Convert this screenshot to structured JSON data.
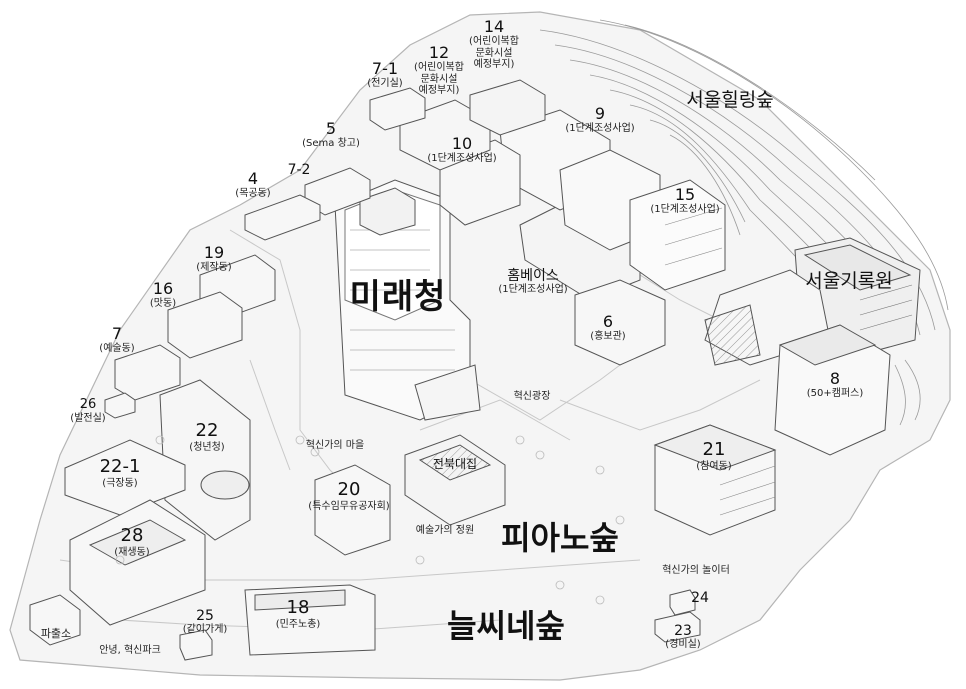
{
  "map": {
    "forest_labels": {
      "healing": "서울힐링숲",
      "piano": "피아노숲",
      "neulssi": "늘씨네숲"
    },
    "featured": {
      "mirae": "미래청",
      "archive": "서울기록원"
    },
    "places": {
      "home_base": {
        "name": "홈베이스",
        "sub": "(1단계조성사업)"
      },
      "innovation_square": "혁신광장",
      "innovators_village": "혁신가의 마을",
      "artists_garden": "예술가의 정원",
      "innovators_playground": "혁신가의 놀이터",
      "police_box": "파출소",
      "hello_park": "안녕, 혁신파크",
      "jeonbuk": "전북대집"
    },
    "buildings": {
      "b14": {
        "num": "14",
        "sub1": "(어린이복합",
        "sub2": "문화시설",
        "sub3": "예정부지)"
      },
      "b12": {
        "num": "12",
        "sub1": "(어린이복합",
        "sub2": "문화시설",
        "sub3": "예정부지)"
      },
      "b7_1": {
        "num": "7-1",
        "sub": "(전기실)"
      },
      "b9": {
        "num": "9",
        "sub": "(1단계조성사업)"
      },
      "b5": {
        "num": "5",
        "sub": "(Sema 창고)"
      },
      "b10": {
        "num": "10",
        "sub": "(1단계조성사업)"
      },
      "b7_2": {
        "num": "7-2"
      },
      "b4": {
        "num": "4",
        "sub": "(목공동)"
      },
      "b15": {
        "num": "15",
        "sub": "(1단계조성사업)"
      },
      "b19": {
        "num": "19",
        "sub": "(제작동)"
      },
      "b16": {
        "num": "16",
        "sub": "(맛동)"
      },
      "b6": {
        "num": "6",
        "sub": "(홍보관)"
      },
      "b7": {
        "num": "7",
        "sub": "(예술동)"
      },
      "b8": {
        "num": "8",
        "sub": "(50+캠퍼스)"
      },
      "b26": {
        "num": "26",
        "sub": "(발전실)"
      },
      "b22": {
        "num": "22",
        "sub": "(청년청)"
      },
      "b21": {
        "num": "21",
        "sub": "(참여동)"
      },
      "b22_1": {
        "num": "22-1",
        "sub": "(극장동)"
      },
      "b20": {
        "num": "20",
        "sub": "(특수임무유공자회)"
      },
      "b28": {
        "num": "28",
        "sub": "(재생동)"
      },
      "b24": {
        "num": "24"
      },
      "b25": {
        "num": "25",
        "sub": "(같이가게)"
      },
      "b18": {
        "num": "18",
        "sub": "(민주노총)"
      },
      "b23": {
        "num": "23",
        "sub": "(경비실)"
      }
    }
  }
}
